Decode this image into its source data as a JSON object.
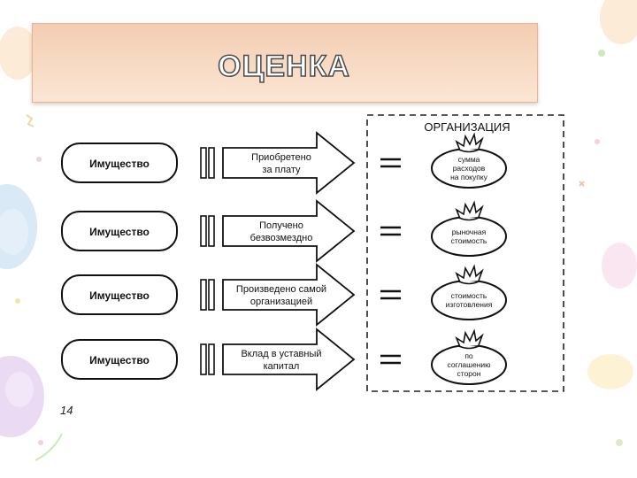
{
  "slide": {
    "title": "ОЦЕНКА",
    "page_number": "14"
  },
  "diagram": {
    "org_label": "ОРГАНИЗАЦИЯ",
    "equals": "=",
    "rows": [
      {
        "asset": "Имущество",
        "arrow_lines": [
          "Приобретено",
          "за плату"
        ],
        "bag_lines": [
          "сумма",
          "расходов",
          "на покупку"
        ]
      },
      {
        "asset": "Имущество",
        "arrow_lines": [
          "Получено",
          "безвозмездно"
        ],
        "bag_lines": [
          "рыночная",
          "стоимость"
        ]
      },
      {
        "asset": "Имущество",
        "arrow_lines": [
          "Произведено самой",
          "организацией"
        ],
        "bag_lines": [
          "стоимость",
          "изготовления"
        ]
      },
      {
        "asset": "Имущество",
        "arrow_lines": [
          "Вклад в уставный",
          "капитал"
        ],
        "bag_lines": [
          "по",
          "соглашению",
          "сторон"
        ]
      }
    ]
  }
}
